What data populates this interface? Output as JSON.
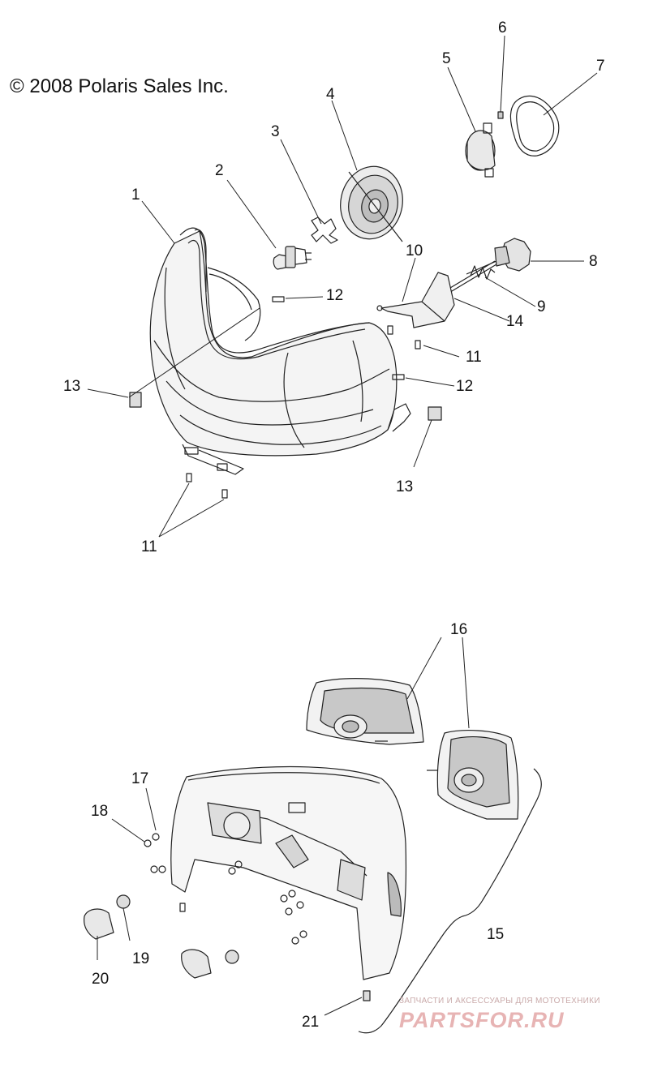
{
  "copyright": "© 2008 Polaris Sales Inc.",
  "callouts": {
    "c1": "1",
    "c2": "2",
    "c3": "3",
    "c4": "4",
    "c5": "5",
    "c6": "6",
    "c7": "7",
    "c8": "8",
    "c9": "9",
    "c10": "10",
    "c11a": "11",
    "c11b": "11",
    "c12a": "12",
    "c12b": "12",
    "c13a": "13",
    "c13b": "13",
    "c14": "14",
    "c15": "15",
    "c16": "16",
    "c17": "17",
    "c18": "18",
    "c19": "19",
    "c20": "20",
    "c21": "21"
  },
  "watermark": {
    "tagline": "ЗАПЧАСТИ И АКСЕССУАРЫ ДЛЯ МОТОТЕХНИКИ",
    "logo": "PARTSFOR.RU"
  }
}
